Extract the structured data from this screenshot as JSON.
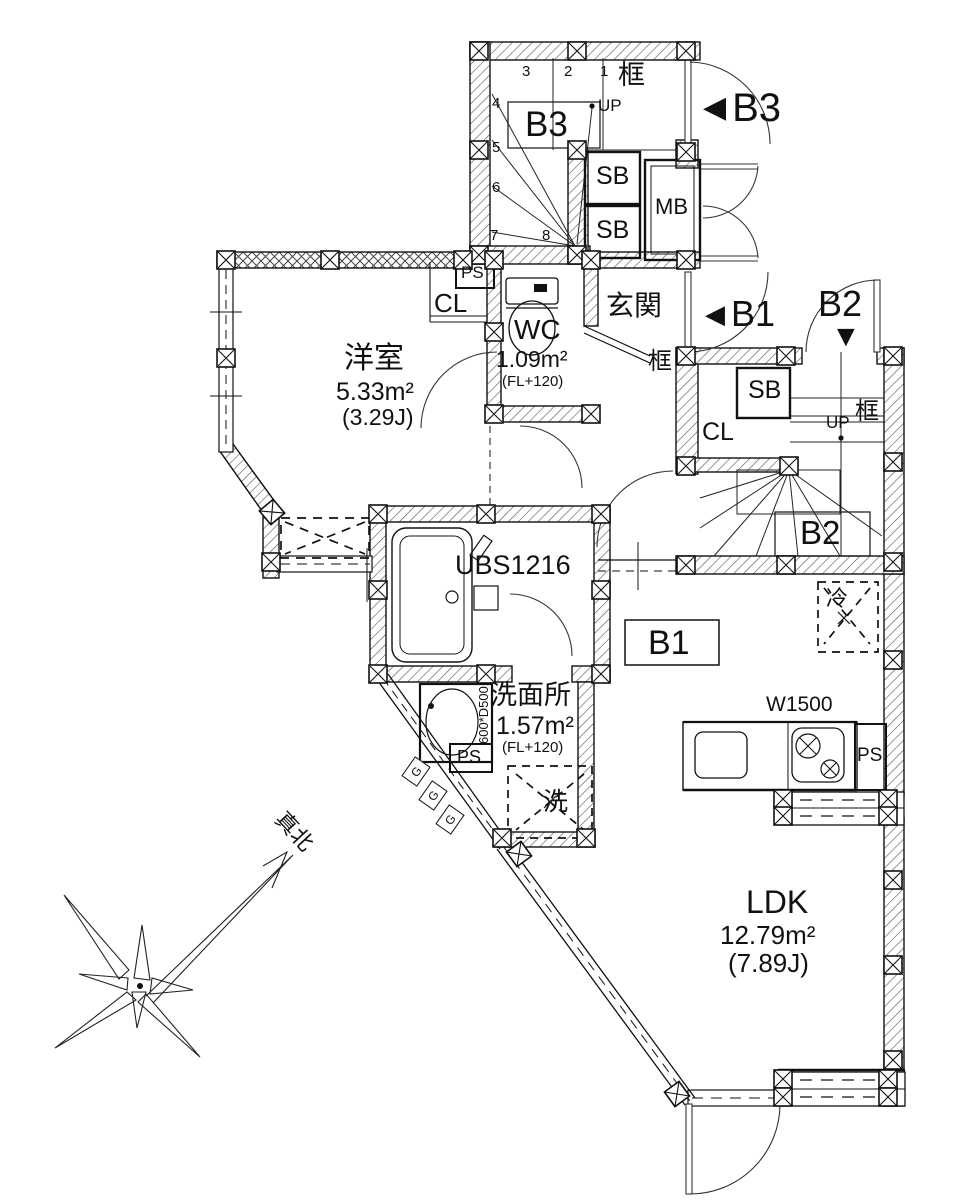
{
  "plan": {
    "units": {
      "b1": "B1",
      "b2": "B2",
      "b3": "B3"
    },
    "entries": {
      "b3": {
        "arrow": "◀",
        "label": "B3"
      },
      "b1": {
        "arrow": "◀",
        "label": "B1"
      },
      "b2": {
        "label": "B2",
        "arrow": "▼"
      }
    },
    "rooms": {
      "western": {
        "name": "洋室",
        "area": "5.33m²",
        "jo": "(3.29J)"
      },
      "wc": {
        "name": "WC",
        "area": "1.09m²",
        "fl": "(FL+120)"
      },
      "washroom": {
        "name": "洗面所",
        "area": "1.57m²",
        "fl": "(FL+120)"
      },
      "ldk": {
        "name": "LDK",
        "area": "12.79m²",
        "jo": "(7.89J)"
      },
      "entrance": "玄関",
      "bath_unit": "UBS1216"
    },
    "labels": {
      "kamachi": "框",
      "up": "UP",
      "sb": "SB",
      "mb": "MB",
      "ps": "PS",
      "cl": "CL",
      "washer": "洗",
      "fridge": "冷",
      "gas_meter": "G",
      "kitchen_width": "W1500",
      "sink_size": "600*D500",
      "true_north": "真北"
    },
    "stairs_b3_steps": [
      "1",
      "2",
      "3",
      "4",
      "5",
      "6",
      "7",
      "8"
    ]
  }
}
